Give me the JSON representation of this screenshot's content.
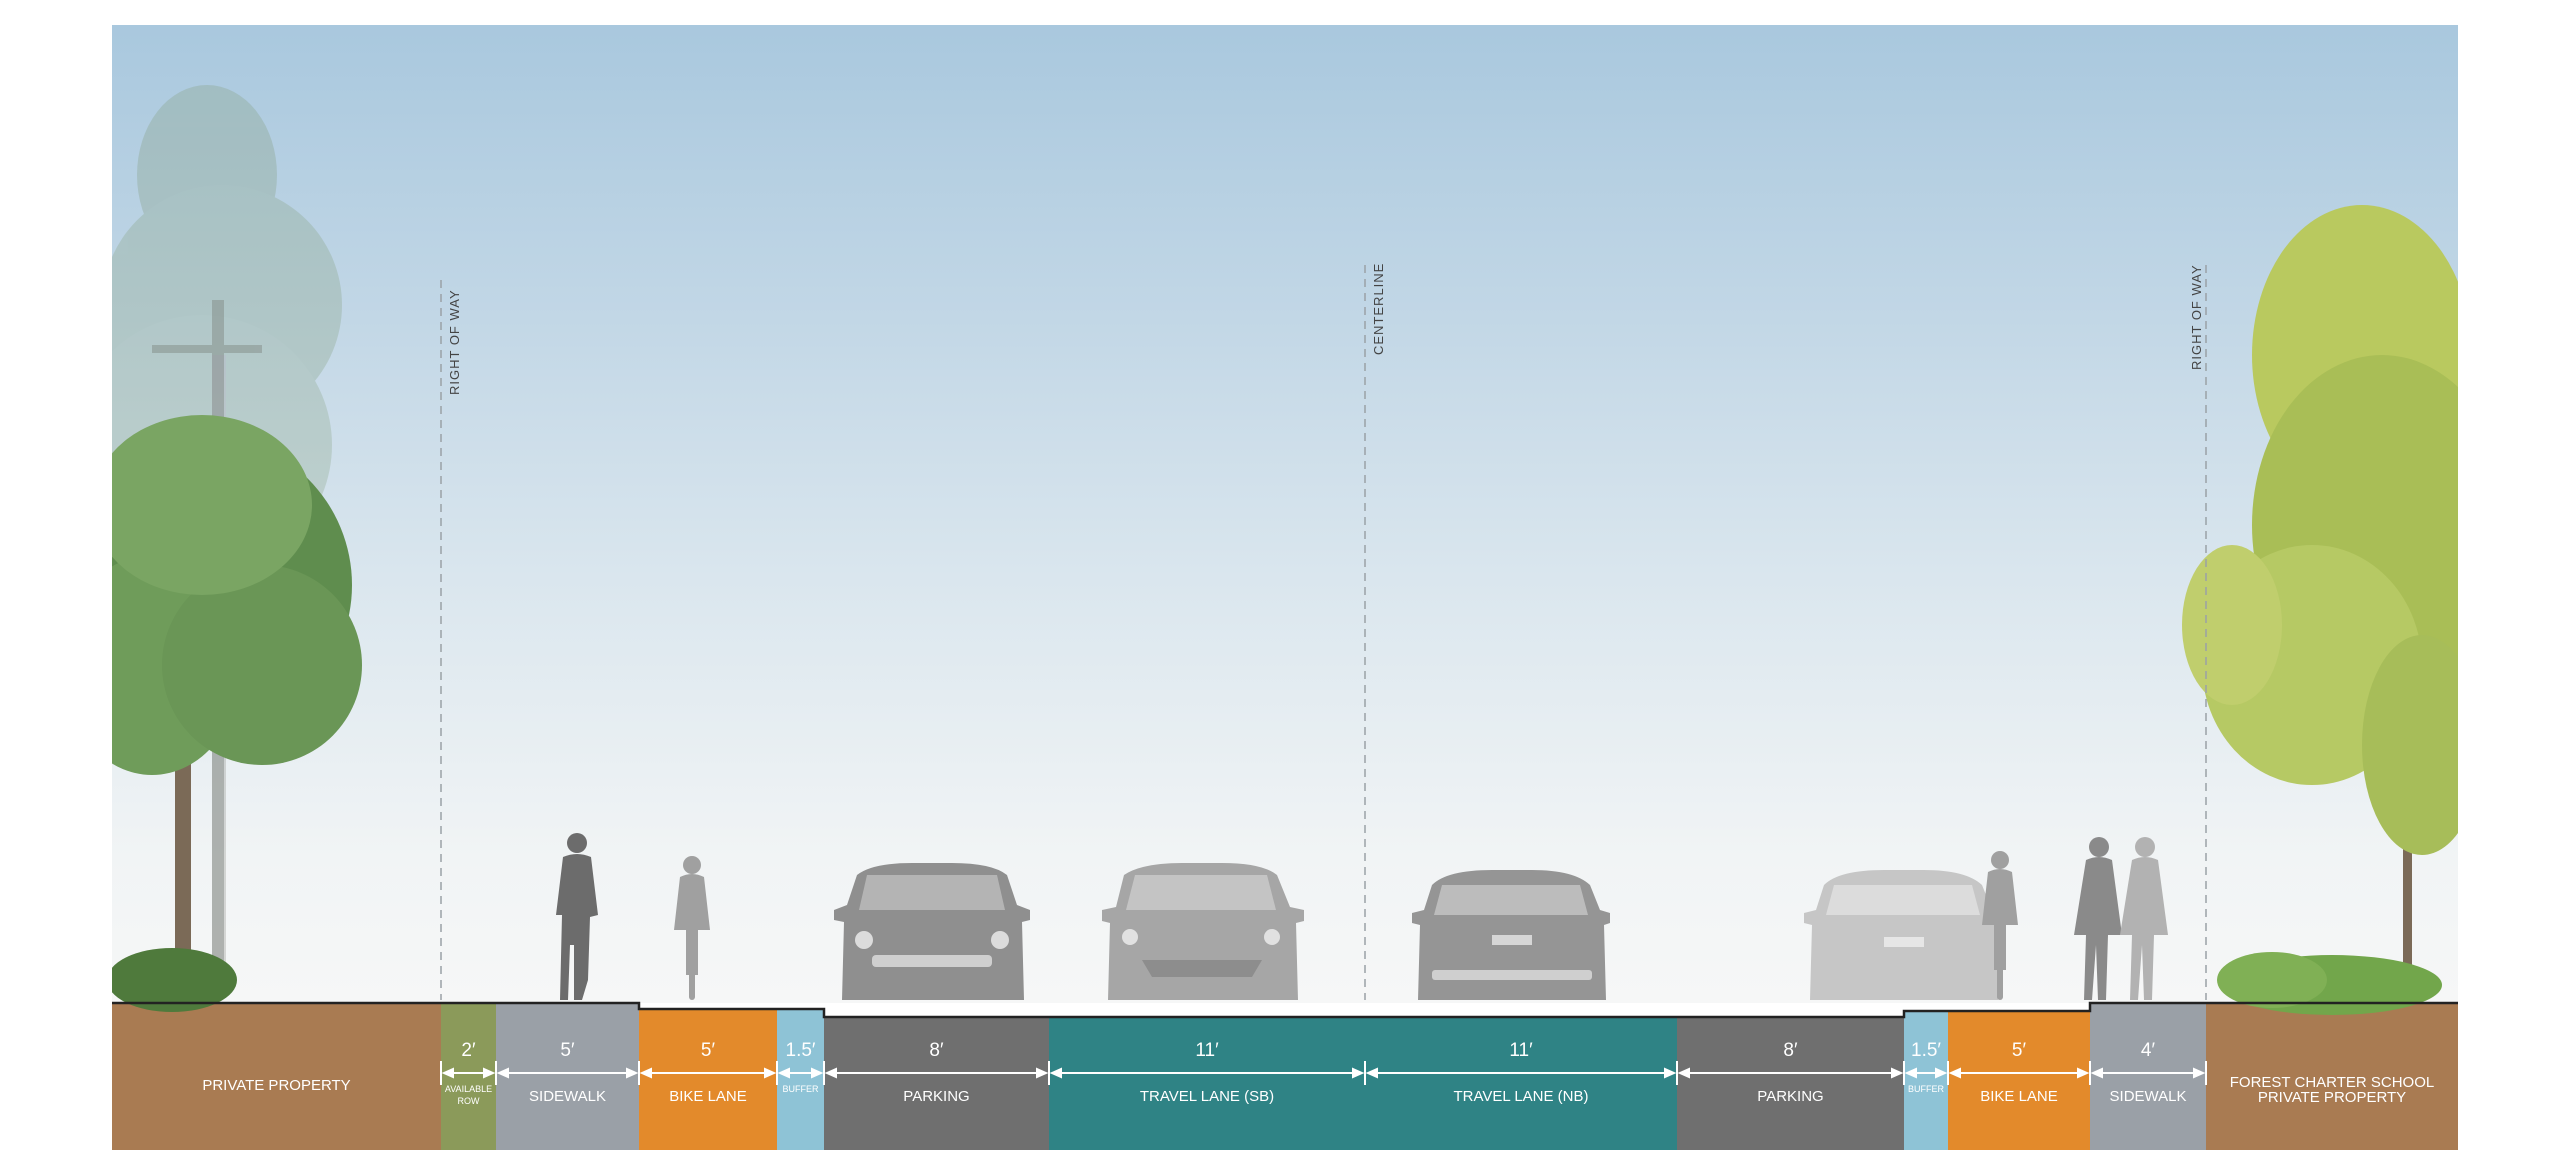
{
  "lines": {
    "right_of_way_left": "RIGHT OF WAY",
    "centerline": "CENTERLINE",
    "right_of_way_right": "RIGHT OF WAY"
  },
  "ground": {
    "left": "PRIVATE PROPERTY",
    "right_line1": "FOREST CHARTER SCHOOL",
    "right_line2": "PRIVATE PROPERTY"
  },
  "segments": [
    {
      "dim": "2′",
      "name": "AVAILABLE ROW",
      "color": "#8b9a5a"
    },
    {
      "dim": "5′",
      "name": "SIDEWALK",
      "color": "#9aa0a7"
    },
    {
      "dim": "5′",
      "name": "BIKE LANE",
      "color": "#e38a2b"
    },
    {
      "dim": "1.5′",
      "name": "BUFFER",
      "color": "#8ec3d6"
    },
    {
      "dim": "8′",
      "name": "PARKING",
      "color": "#6f6f6f"
    },
    {
      "dim": "11′",
      "name": "TRAVEL LANE (SB)",
      "color": "#2f8385"
    },
    {
      "dim": "11′",
      "name": "TRAVEL LANE (NB)",
      "color": "#2f8385"
    },
    {
      "dim": "8′",
      "name": "PARKING",
      "color": "#6f6f6f"
    },
    {
      "dim": "1.5′",
      "name": "BUFFER",
      "color": "#8ec3d6"
    },
    {
      "dim": "5′",
      "name": "BIKE LANE",
      "color": "#e38a2b"
    },
    {
      "dim": "4′",
      "name": "SIDEWALK",
      "color": "#9aa0a7"
    }
  ],
  "colors": {
    "property": "#a97b52"
  }
}
